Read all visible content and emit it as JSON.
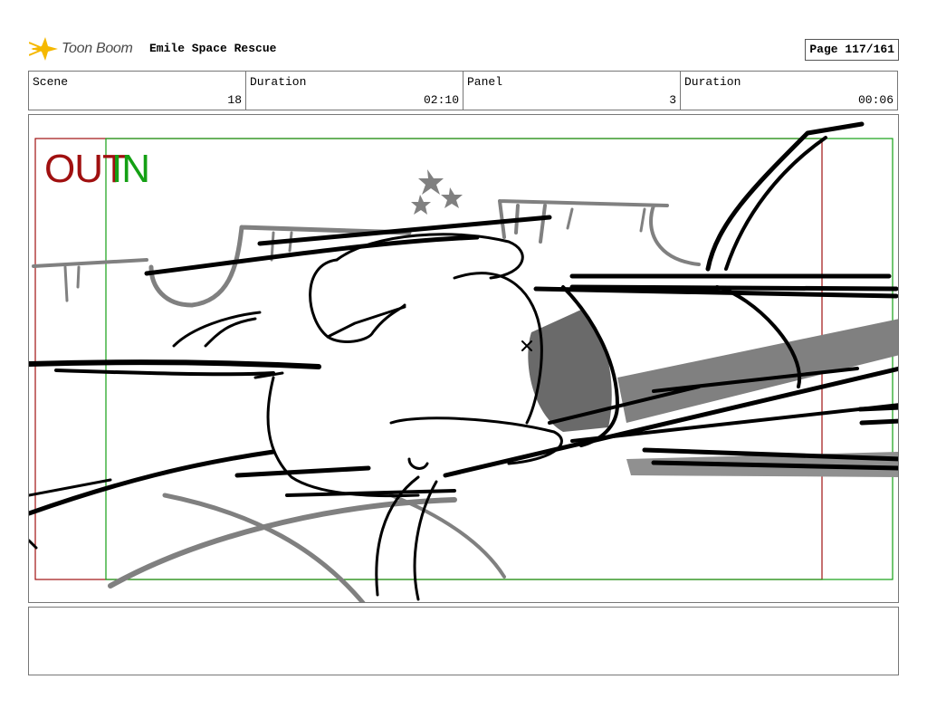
{
  "header": {
    "logo_text": "Toon Boom",
    "project_title": "Emile Space Rescue",
    "page_label": "Page 117/161"
  },
  "info": [
    {
      "label": "Scene",
      "value": "18"
    },
    {
      "label": "Duration",
      "value": "02:10"
    },
    {
      "label": "Panel",
      "value": "3"
    },
    {
      "label": "Duration",
      "value": "00:06"
    }
  ],
  "panel": {
    "out_label": "OUT",
    "in_label": "IN",
    "out_color": "#a01010",
    "in_color": "#14a014"
  },
  "notes": {
    "text": ""
  },
  "colors": {
    "logo_yellow": "#f5b800",
    "border": "#777777",
    "sketch_black": "#000000",
    "sketch_gray": "#808080"
  }
}
